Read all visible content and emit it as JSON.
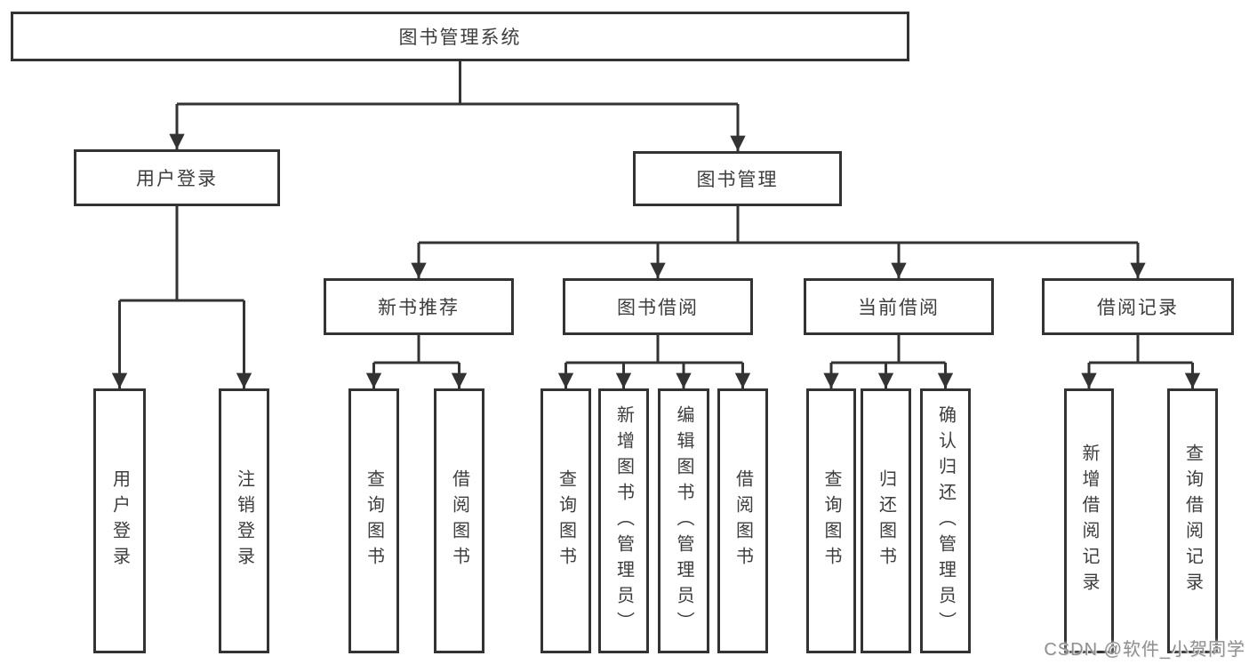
{
  "diagram_type": "hierarchy-tree",
  "colors": {
    "background": "#ffffff",
    "line": "#333333",
    "box_border": "#333333",
    "box_fill": "#ffffff",
    "text": "#3d3d3d",
    "watermark": "#8f8f8f"
  },
  "tree": {
    "label": "图书管理系统",
    "children": [
      {
        "label": "用户登录",
        "children": [
          {
            "label": "用户登录"
          },
          {
            "label": "注销登录"
          }
        ]
      },
      {
        "label": "图书管理",
        "children": [
          {
            "label": "新书推荐",
            "children": [
              {
                "label": "查询图书"
              },
              {
                "label": "借阅图书"
              }
            ]
          },
          {
            "label": "图书借阅",
            "children": [
              {
                "label": "查询图书"
              },
              {
                "label": "新增图书（管理员）"
              },
              {
                "label": "编辑图书（管理员）"
              },
              {
                "label": "借阅图书"
              }
            ]
          },
          {
            "label": "当前借阅",
            "children": [
              {
                "label": "查询图书"
              },
              {
                "label": "归还图书"
              },
              {
                "label": "确认归还（管理员）"
              }
            ]
          },
          {
            "label": "借阅记录",
            "children": [
              {
                "label": "新增借阅记录"
              },
              {
                "label": "查询借阅记录"
              }
            ]
          }
        ]
      }
    ]
  },
  "watermark": {
    "text": "CSDN @软件_小贺同学"
  }
}
